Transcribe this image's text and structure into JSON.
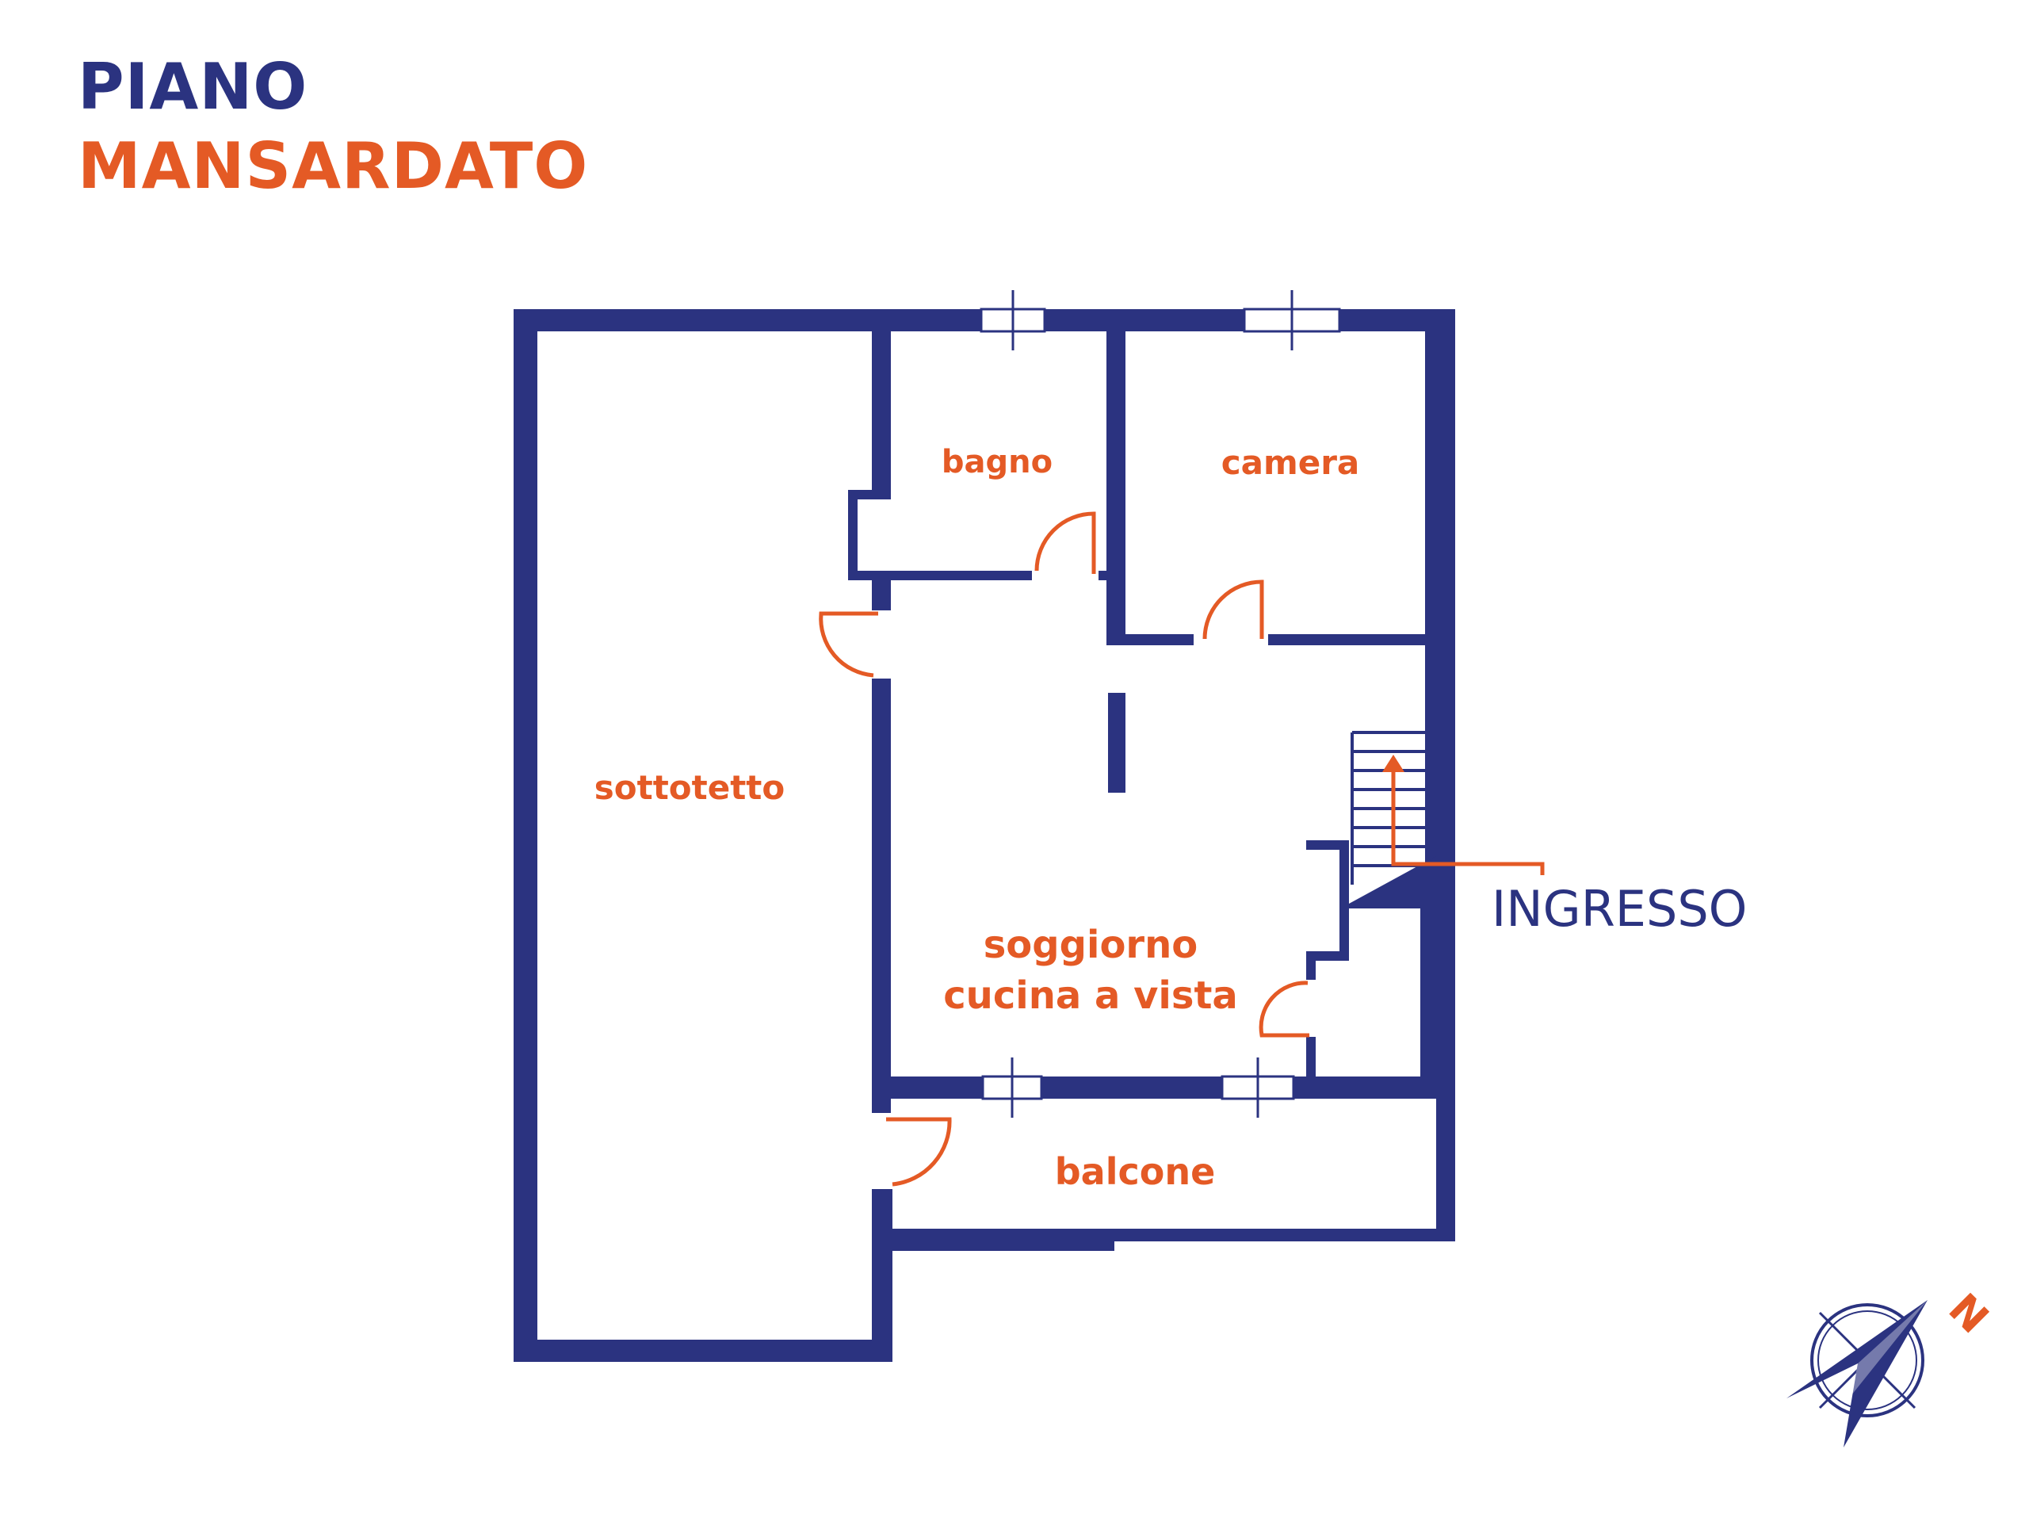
{
  "title": {
    "line1": "PIANO",
    "line2": "MANSARDATO"
  },
  "rooms": {
    "bagno": "bagno",
    "camera": "camera",
    "sottotetto": "sottotetto",
    "soggiorno_line1": "soggiorno",
    "soggiorno_line2": "cucina a vista",
    "balcone": "balcone"
  },
  "entrance_label": "INGRESSO",
  "compass_label": "N",
  "colors": {
    "wall": "#2b3380",
    "accent": "#e45a25",
    "window": "#ffffff"
  }
}
